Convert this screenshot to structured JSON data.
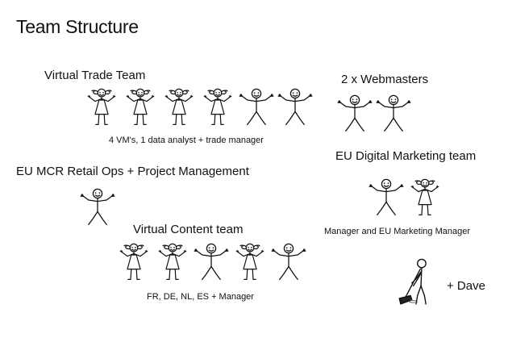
{
  "title": "Team Structure",
  "groups": {
    "virtual_trade": {
      "heading": "Virtual Trade Team",
      "caption": "4 VM's, 1 data analyst + trade manager",
      "figures": [
        "girl-figure-icon",
        "girl-figure-icon",
        "girl-figure-icon",
        "girl-figure-icon",
        "stick-figure-icon",
        "stick-figure-icon"
      ]
    },
    "webmasters": {
      "heading": "2 x Webmasters",
      "figures": [
        "stick-figure-icon",
        "stick-figure-icon"
      ]
    },
    "eu_mcr": {
      "heading": "EU MCR Retail Ops + Project Management",
      "figures": [
        "stick-figure-icon"
      ]
    },
    "eu_digital": {
      "heading": "EU Digital Marketing team",
      "caption": "Manager and EU Marketing Manager",
      "figures": [
        "stick-figure-icon",
        "girl-figure-icon"
      ]
    },
    "virtual_content": {
      "heading": "Virtual Content team",
      "caption": "FR, DE, NL, ES + Manager",
      "figures": [
        "girl-figure-icon",
        "girl-figure-icon",
        "stick-figure-icon",
        "girl-figure-icon",
        "stick-figure-icon"
      ]
    },
    "dave": {
      "label": "+ Dave",
      "figure": "sweeping-figure-icon"
    }
  }
}
